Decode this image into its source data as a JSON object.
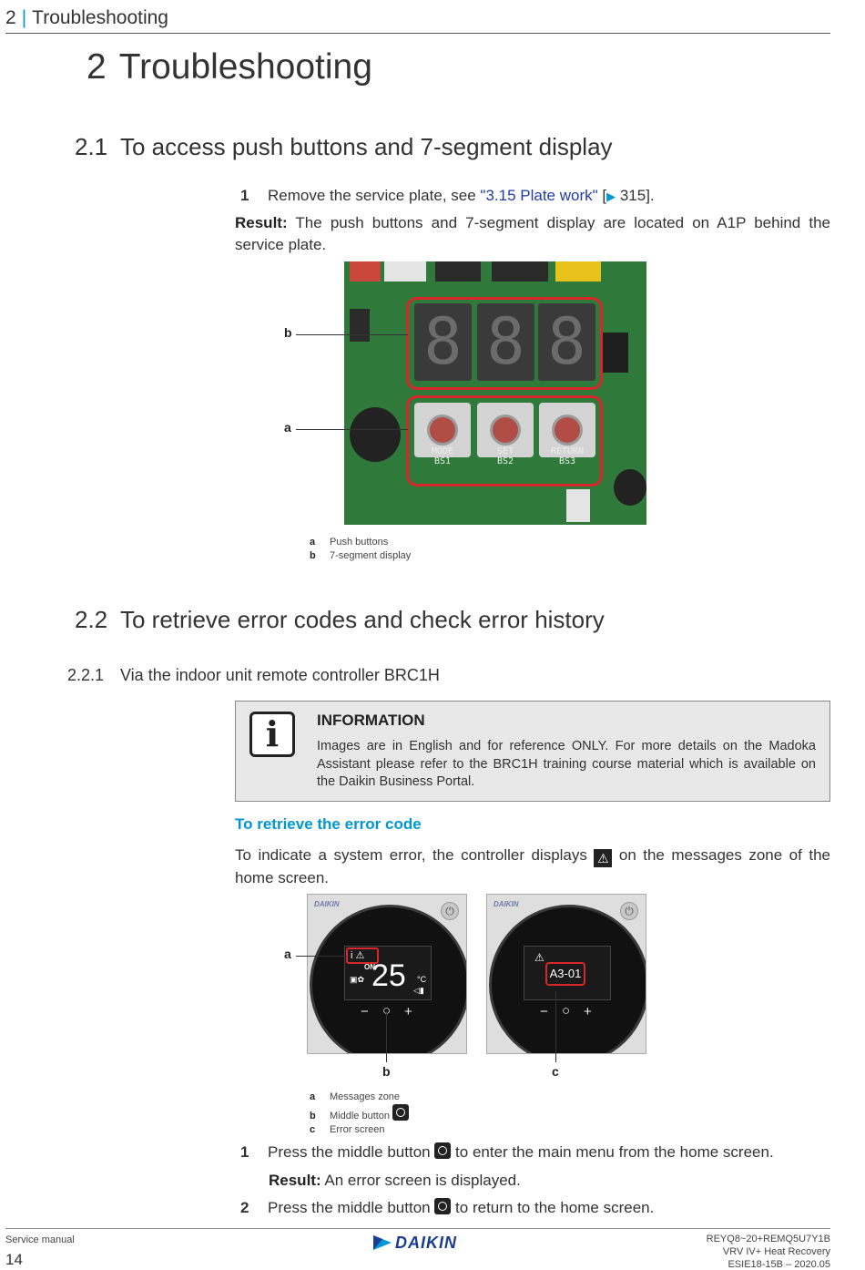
{
  "header": {
    "chapter_num": "2",
    "chapter_title": "Troubleshooting"
  },
  "chapter": {
    "num": "2",
    "title": "Troubleshooting"
  },
  "section_2_1": {
    "num": "2.1",
    "title": "To access push buttons and 7-segment display",
    "step1_num": "1",
    "step1_text_pre": "Remove the service plate, see ",
    "step1_link": "\"3.15 Plate work\"",
    "step1_bracket_open": " [",
    "step1_page_ref": " 315].",
    "result_label": "Result:",
    "result_text": " The push buttons and 7-segment display are located on A1P behind the service plate.",
    "callout_b": "b",
    "callout_a": "a",
    "pcb_buttons": [
      {
        "line1": "MODE",
        "line2": "BS1"
      },
      {
        "line1": "SET",
        "line2": "BS2"
      },
      {
        "line1": "RETURN",
        "line2": "BS3"
      }
    ],
    "legend": [
      {
        "key": "a",
        "text": "Push buttons"
      },
      {
        "key": "b",
        "text": "7-segment display"
      }
    ]
  },
  "section_2_2": {
    "num": "2.2",
    "title": "To retrieve error codes and check error history"
  },
  "section_2_2_1": {
    "num": "2.2.1",
    "title": "Via the indoor unit remote controller BRC1H"
  },
  "info": {
    "icon": "i",
    "title": "INFORMATION",
    "text": "Images are in English and for reference ONLY. For more details on the Madoka Assistant please refer to the BRC1H training course material which is available on the Daikin Business Portal."
  },
  "retrieve": {
    "subhead": "To retrieve the error code",
    "intro_pre": "To indicate a system error, the controller displays ",
    "intro_post": " on the messages zone of the home screen.",
    "controller_brand": "DAIKIN",
    "home_temp": "25",
    "home_unit": "°C",
    "home_on": "ON",
    "error_code": "A3-01",
    "callout_a": "a",
    "callout_b": "b",
    "callout_c": "c",
    "legend": [
      {
        "key": "a",
        "text": "Messages zone"
      },
      {
        "key": "b",
        "text": "Middle button"
      },
      {
        "key": "c",
        "text": "Error screen"
      }
    ],
    "step1_num": "1",
    "step1_pre": "Press the middle button ",
    "step1_post": " to enter the main menu from the home screen.",
    "step1_result_label": "Result:",
    "step1_result_text": " An error screen is displayed.",
    "step2_num": "2",
    "step2_pre": "Press the middle button ",
    "step2_post": " to return to the home screen."
  },
  "footer": {
    "left_label": "Service manual",
    "page_number": "14",
    "logo_text": "DAIKIN",
    "right_line1": "REYQ8~20+REMQ5U7Y1B",
    "right_line2": "VRV IV+ Heat Recovery",
    "right_line3": "ESIE18-15B – 2020.05"
  },
  "colors": {
    "accent": "#0097d6",
    "link": "#1f3aa8",
    "highlight": "#d8262a",
    "brand": "#1b3d91"
  }
}
